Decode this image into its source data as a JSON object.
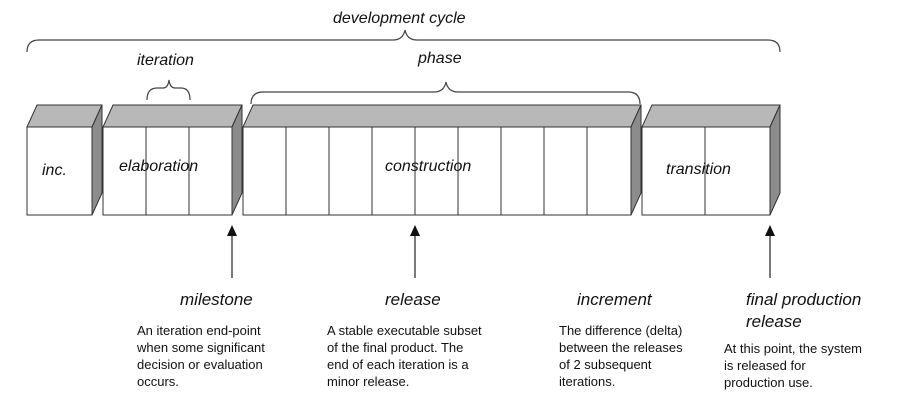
{
  "brackets": {
    "development_cycle": "development cycle",
    "iteration": "iteration",
    "phase": "phase"
  },
  "phases": {
    "inception": "inc.",
    "elaboration": "elaboration",
    "construction": "construction",
    "transition": "transition"
  },
  "terms": {
    "milestone": {
      "title": "milestone",
      "desc": [
        "An iteration end-point",
        "when some significant",
        "decision or evaluation",
        "occurs."
      ]
    },
    "release": {
      "title": "release",
      "desc": [
        "A stable executable subset",
        "of the final product. The",
        "end of each iteration is a",
        "minor release."
      ]
    },
    "increment": {
      "title": "increment",
      "desc": [
        "The difference (delta)",
        "between the releases",
        "of 2 subsequent",
        "iterations."
      ]
    },
    "final_release": {
      "title_lines": [
        "final production",
        "release"
      ],
      "desc": [
        "At this point, the system",
        "is released for",
        "production use."
      ]
    }
  },
  "colors": {
    "box_face": "#ffffff",
    "box_top": "#b8b8b8",
    "box_side": "#8c8c8c",
    "stroke": "#333333"
  }
}
